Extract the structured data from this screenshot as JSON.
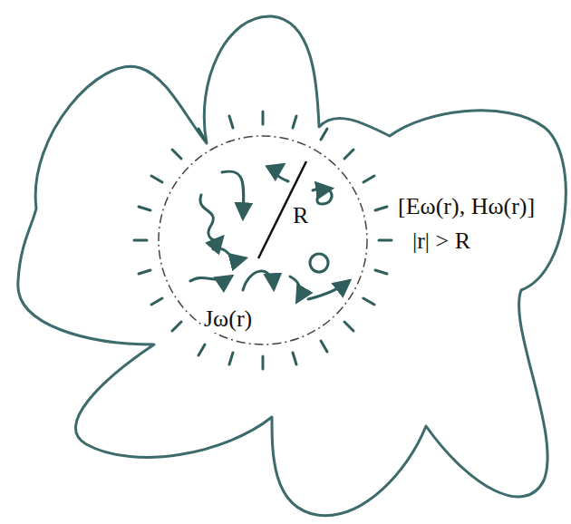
{
  "diagram": {
    "labels": [
      "R",
      "[Eω(r), Hω(r)]",
      "|r| > R",
      "Jω(r)"
    ]
  }
}
